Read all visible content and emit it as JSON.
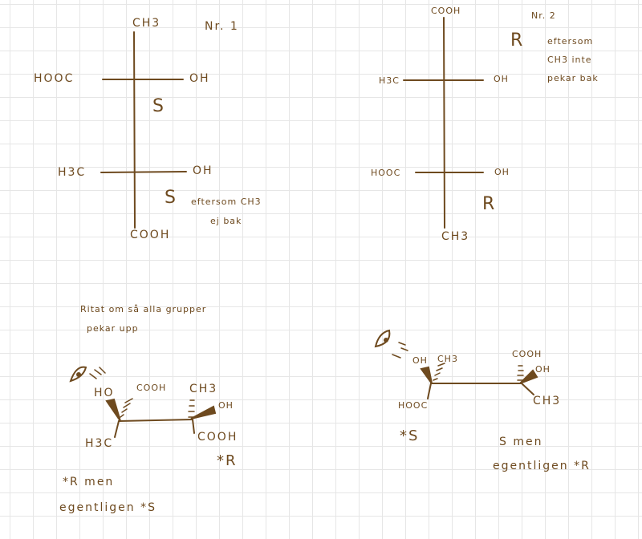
{
  "ink_color": "#6e4a1f",
  "nr1": {
    "title": "Nr. 1",
    "top": "CH3",
    "c1_left": "HOOC",
    "c1_right": "OH",
    "c1_config": "S",
    "c2_left": "H3C",
    "c2_right": "OH",
    "bottom": "COOH",
    "c2_config": "S",
    "note_line1": "eftersom CH3",
    "note_line2": "ej bak"
  },
  "nr2": {
    "title": "Nr. 2",
    "top": "COOH",
    "c1_config": "R",
    "note_line1": "eftersom",
    "note_line2": "CH3 inte",
    "note_line3": "pekar bak",
    "c1_left": "H3C",
    "c1_right": "OH",
    "c2_left": "HOOC",
    "c2_right": "OH",
    "c2_config": "R",
    "bottom": "CH3"
  },
  "sketch1": {
    "heading_line1": "Ritat om så alla grupper",
    "heading_line2": "pekar upp",
    "left_wedge": "HO",
    "left_dash": "COOH",
    "left_down": "H3C",
    "right_dash": "CH3",
    "right_wedge": "OH",
    "right_down": "COOH",
    "right_config": "*R",
    "conclusion_line1": "*R men",
    "conclusion_line2": "egentligen *S"
  },
  "sketch2": {
    "left_wedge": "OH",
    "left_dash": "CH3",
    "left_down": "HOOC",
    "right_dash": "COOH",
    "right_wedge": "OH",
    "right_down": "CH3",
    "left_config": "*S",
    "conclusion_line1": "S men",
    "conclusion_line2": "egentligen *R"
  }
}
